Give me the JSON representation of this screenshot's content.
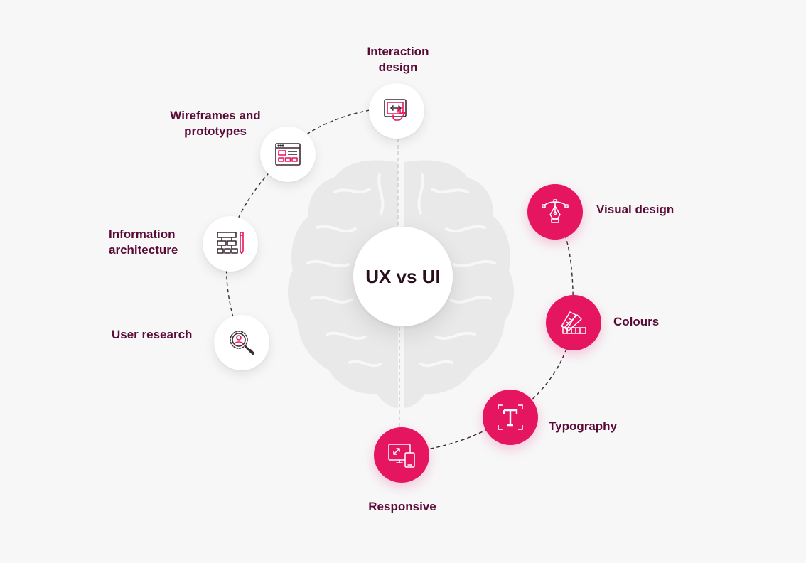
{
  "center_label": "UX vs UI",
  "colors": {
    "ux_node": "#ffffff",
    "ui_node": "#e5165f",
    "label": "#5a0a36",
    "background": "#f7f7f8"
  },
  "ux_items": [
    {
      "lines": [
        "Interaction",
        "design"
      ],
      "icon": "interaction-design-icon"
    },
    {
      "lines": [
        "Wireframes and",
        "prototypes"
      ],
      "icon": "wireframe-icon"
    },
    {
      "lines": [
        "Information",
        "architecture"
      ],
      "icon": "sitemap-pencil-icon"
    },
    {
      "lines": [
        "User research"
      ],
      "icon": "user-search-icon"
    }
  ],
  "ui_items": [
    {
      "lines": [
        "Visual design"
      ],
      "icon": "pen-tool-icon"
    },
    {
      "lines": [
        "Colours"
      ],
      "icon": "colour-swatch-icon"
    },
    {
      "lines": [
        "Typography"
      ],
      "icon": "typography-icon"
    },
    {
      "lines": [
        "Responsive"
      ],
      "icon": "responsive-devices-icon"
    }
  ]
}
